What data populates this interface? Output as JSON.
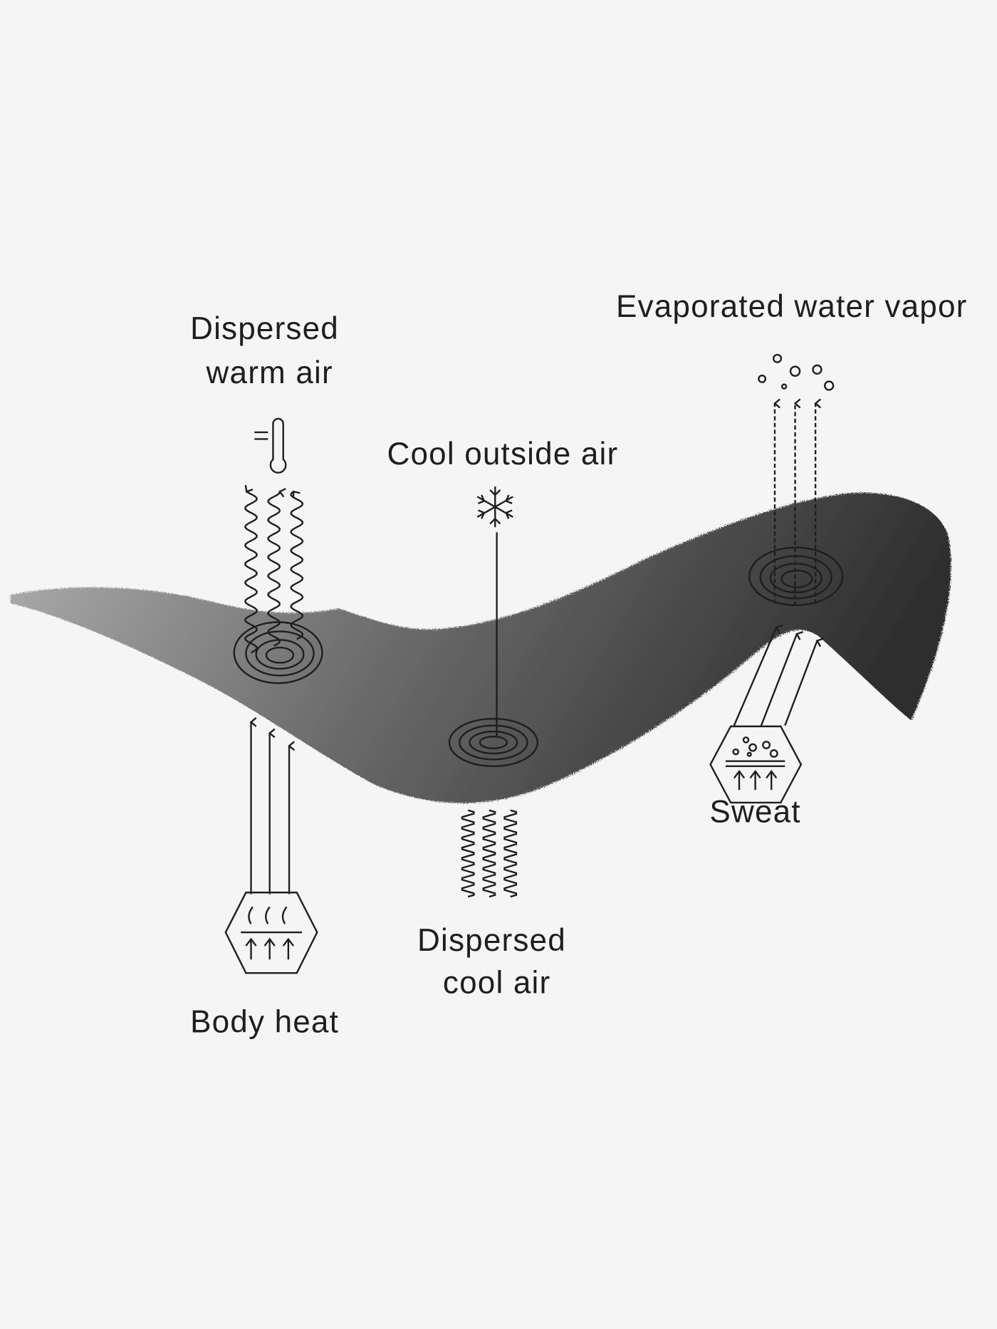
{
  "labels": {
    "dispersed_warm_air": [
      "Dispersed",
      "warm air"
    ],
    "cool_outside_air": "Cool outside air",
    "evaporated_water_vapor": "Evaporated water vapor",
    "sweat": "Sweat",
    "dispersed_cool_air": [
      "Dispersed",
      "cool air"
    ],
    "body_heat": "Body heat"
  },
  "colors": {
    "background": "#f5f5f5",
    "fabric_light": "#aaaaaa",
    "fabric_dark": "#2e2e2e",
    "line": "#1e1e1e"
  }
}
